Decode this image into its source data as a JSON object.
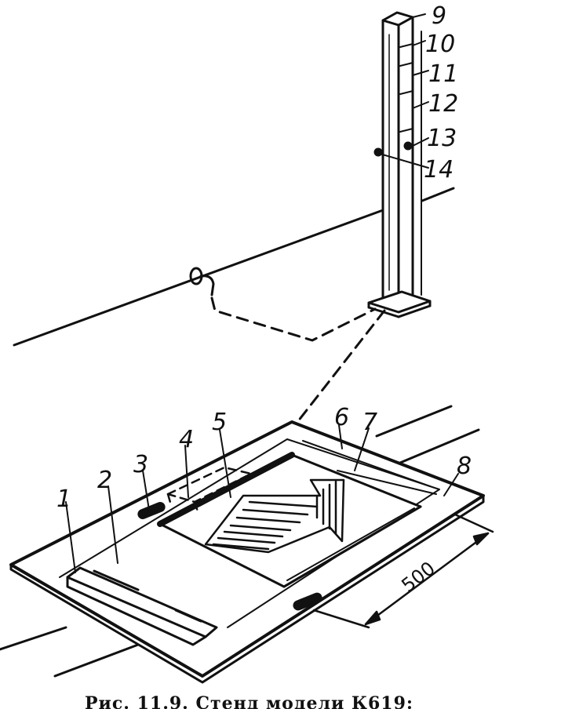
{
  "figure": {
    "caption": "Рис. 11.9. Стенд модели К619:",
    "dimension_label": "500",
    "part_labels": [
      "1",
      "2",
      "3",
      "4",
      "5",
      "6",
      "7",
      "8",
      "9",
      "10",
      "11",
      "12",
      "13",
      "14"
    ]
  }
}
